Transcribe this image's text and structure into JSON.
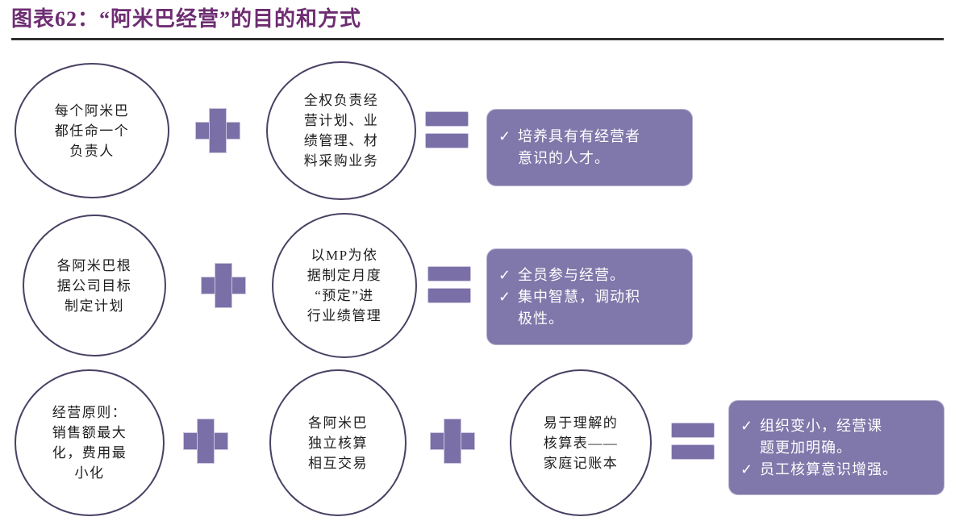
{
  "title": {
    "text": "图表62：“阿米巴经营”的目的和方式",
    "color": "#6e2d72",
    "rule_color": "#2f2f2f"
  },
  "palette": {
    "purple_fill": "#8077aa",
    "operator_purple": "#7a6fa6",
    "ellipse_stroke": "#4a4063",
    "box_text": "#ffffff",
    "ellipse_text": "#1d1d1d"
  },
  "operators": {
    "plus": "+",
    "equals": "=",
    "check": "✓"
  },
  "rows": [
    {
      "id": "row-1",
      "nodes": [
        "每个阿米巴\n都任命一个\n负责人",
        "全权负责经\n营计划、业\n绩管理、材\n料采购业务"
      ],
      "operators": [
        "plus-icon",
        "equals-icon"
      ],
      "result": [
        "培养具有有经营者\n意识的人才。"
      ]
    },
    {
      "id": "row-2",
      "nodes": [
        "各阿米巴根\n据公司目标\n制定计划",
        "以MP为依\n据制定月度\n“预定”进\n行业绩管理"
      ],
      "operators": [
        "plus-icon",
        "equals-icon"
      ],
      "result": [
        "全员参与经营。",
        "集中智慧，调动积\n极性。"
      ]
    },
    {
      "id": "row-3",
      "nodes": [
        "经营原则：\n销售额最大\n化，费用最\n小化",
        "各阿米巴\n独立核算\n相互交易",
        "易于理解的\n核算表——\n家庭记账本"
      ],
      "operators": [
        "plus-icon",
        "plus-icon",
        "equals-icon"
      ],
      "result": [
        "组织变小，经营课\n题更加明确。",
        "员工核算意识增强。"
      ]
    }
  ]
}
